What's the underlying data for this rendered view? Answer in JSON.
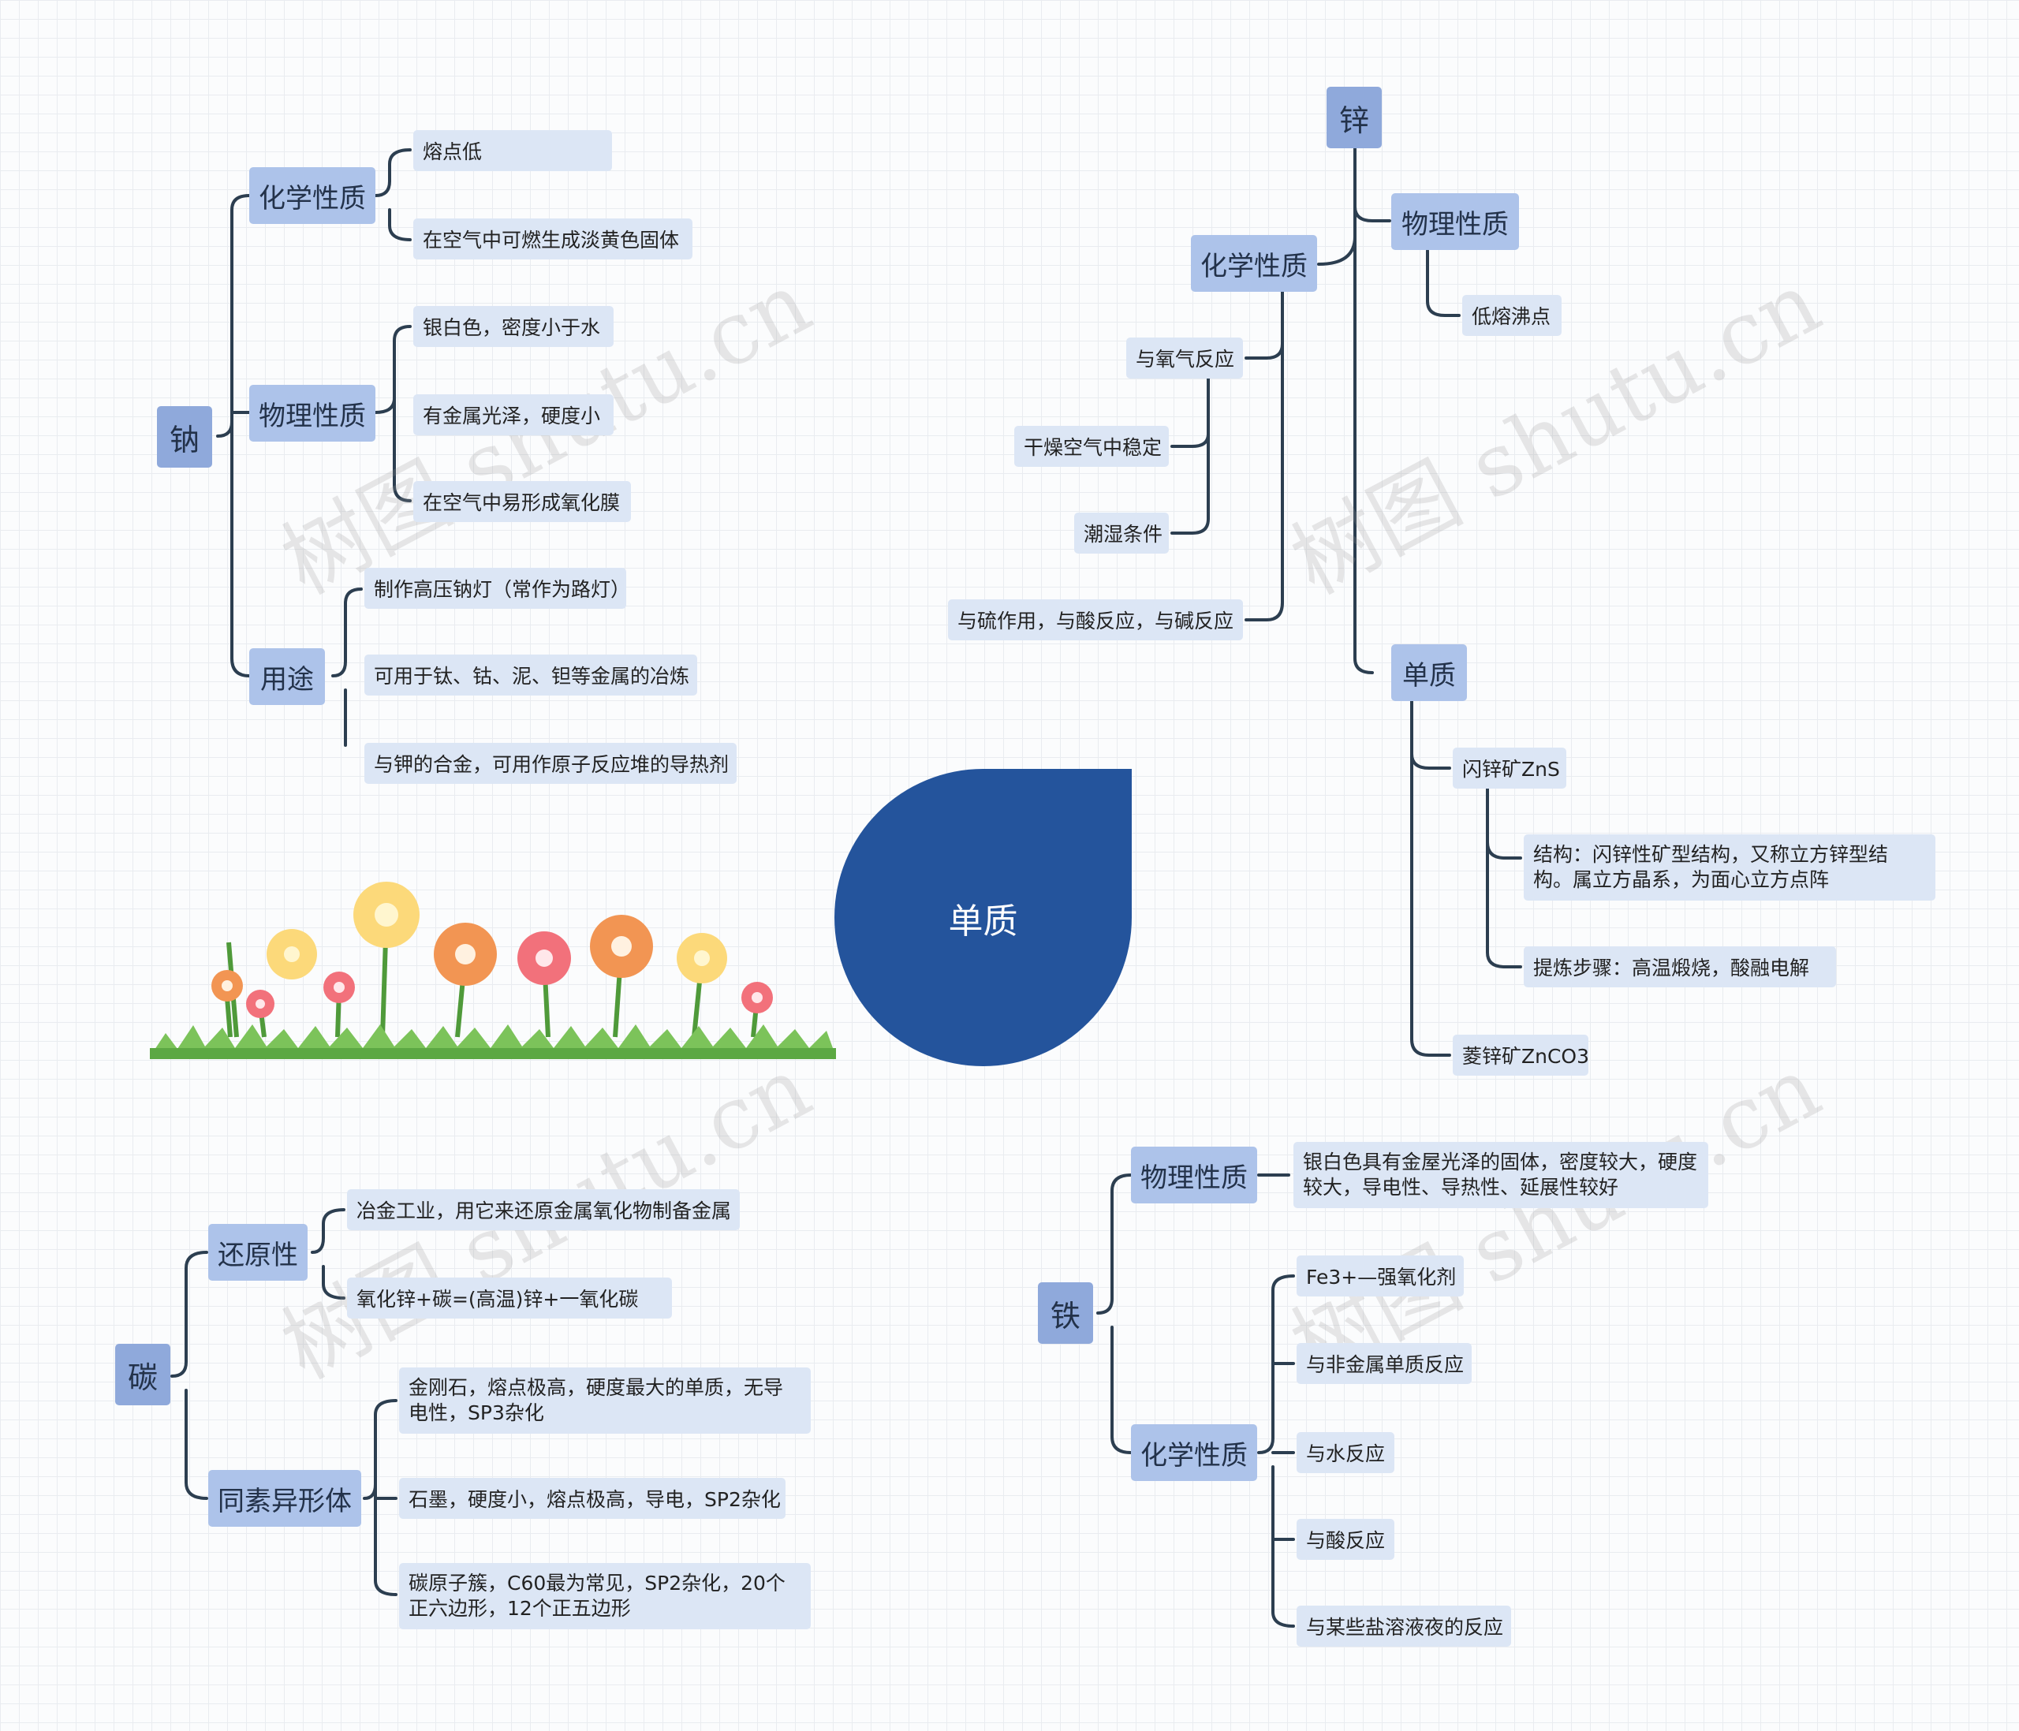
{
  "center": "单质",
  "watermark": "树图 shutu.cn",
  "sodium": {
    "label": "钠",
    "chem": {
      "label": "化学性质",
      "items": [
        "熔点低",
        "在空气中可燃生成淡黄色固体"
      ]
    },
    "phys": {
      "label": "物理性质",
      "items": [
        "银白色，密度小于水",
        "有金属光泽，硬度小",
        "在空气中易形成氧化膜"
      ]
    },
    "use": {
      "label": "用途",
      "items": [
        "制作高压钠灯（常作为路灯）",
        "可用于钛、钴、泥、钽等金属的冶炼",
        "与钾的合金，可用作原子反应堆的导热剂"
      ]
    }
  },
  "zinc": {
    "label": "锌",
    "chem": {
      "label": "化学性质",
      "oxygen": {
        "label": "与氧气反应",
        "items": [
          "干燥空气中稳定",
          "潮湿条件"
        ]
      },
      "other": "与硫作用，与酸反应，与碱反应"
    },
    "phys": {
      "label": "物理性质",
      "items": [
        "低熔沸点"
      ]
    },
    "element": {
      "label": "单质",
      "sphalerite": {
        "label": "闪锌矿ZnS",
        "items": [
          "结构：闪锌性矿型结构，又称立方锌型结构。属立方晶系，为面心立方点阵",
          "提炼步骤：高温煅烧，酸融电解"
        ]
      },
      "smithsonite": "菱锌矿ZnCO3"
    }
  },
  "carbon": {
    "label": "碳",
    "reduce": {
      "label": "还原性",
      "items": [
        "冶金工业，用它来还原金属氧化物制备金属",
        "氧化锌+碳=(高温)锌+一氧化碳"
      ]
    },
    "allotrope": {
      "label": "同素异形体",
      "items": [
        "金刚石，熔点极高，硬度最大的单质，无导电性，SP3杂化",
        "石墨，硬度小，熔点极高，导电，SP2杂化",
        "碳原子簇，C60最为常见，SP2杂化，20个正六边形，12个正五边形"
      ]
    }
  },
  "iron": {
    "label": "铁",
    "phys": {
      "label": "物理性质",
      "items": [
        "银白色具有金屋光泽的固体，密度较大，硬度较大，导电性、导热性、延展性较好"
      ]
    },
    "chem": {
      "label": "化学性质",
      "items": [
        "Fe3+—强氧化剂",
        "与非金属单质反应",
        "与水反应",
        "与酸反应",
        "与某些盐溶液夜的反应"
      ]
    }
  },
  "colors": {
    "center": "#24549c",
    "level1": "#8fa9db",
    "level2": "#adc3ea",
    "level3": "#dce6f5",
    "line": "#2c3e50"
  }
}
